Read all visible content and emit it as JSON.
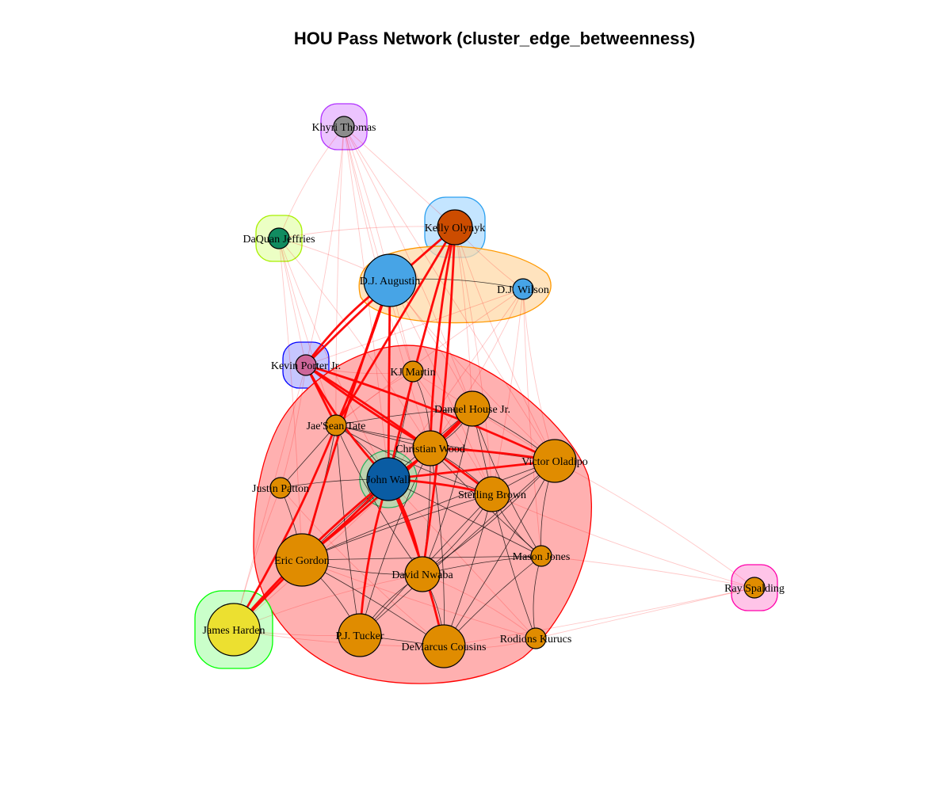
{
  "title": "HOU Pass Network (cluster_edge_betweenness)",
  "colors": {
    "red_edge": "#ff0000",
    "black_edge": "#000000"
  },
  "nodes": [
    {
      "id": "khyri",
      "label": "Khyri Thomas",
      "color": "#8c8c8c",
      "size": 1
    },
    {
      "id": "daquan",
      "label": "DaQuan Jeffries",
      "color": "#118c60",
      "size": 1
    },
    {
      "id": "kelly",
      "label": "Kelly Olynyk",
      "color": "#cc4c00",
      "size": 2
    },
    {
      "id": "augustin",
      "label": "D.J. Augustin",
      "color": "#47a4e6",
      "size": 4
    },
    {
      "id": "djwilson",
      "label": "D.J. Wilson",
      "color": "#47a4e6",
      "size": 1
    },
    {
      "id": "kpj",
      "label": "Kevin Porter Jr.",
      "color": "#cc6699",
      "size": 1
    },
    {
      "id": "kjmartin",
      "label": "KJ Martin",
      "color": "#e08c00",
      "size": 1
    },
    {
      "id": "danuel",
      "label": "Danuel House Jr.",
      "color": "#e08c00",
      "size": 2
    },
    {
      "id": "jaesean",
      "label": "Jae'Sean Tate",
      "color": "#e08c00",
      "size": 1
    },
    {
      "id": "christian",
      "label": "Christian Wood",
      "color": "#e08c00",
      "size": 2
    },
    {
      "id": "wall",
      "label": "John Wall",
      "color": "#0a5ca3",
      "size": 3
    },
    {
      "id": "oladipo",
      "label": "Victor Oladipo",
      "color": "#e08c00",
      "size": 3
    },
    {
      "id": "patton",
      "label": "Justin Patton",
      "color": "#e08c00",
      "size": 1
    },
    {
      "id": "sterling",
      "label": "Sterling Brown",
      "color": "#e08c00",
      "size": 2
    },
    {
      "id": "gordon",
      "label": "Eric Gordon",
      "color": "#e08c00",
      "size": 4
    },
    {
      "id": "mason",
      "label": "Mason Jones",
      "color": "#e08c00",
      "size": 1
    },
    {
      "id": "nwaba",
      "label": "David Nwaba",
      "color": "#e08c00",
      "size": 2
    },
    {
      "id": "ray",
      "label": "Ray Spalding",
      "color": "#e08c00",
      "size": 1
    },
    {
      "id": "harden",
      "label": "James Harden",
      "color": "#ece030",
      "size": 4
    },
    {
      "id": "tucker",
      "label": "P.J. Tucker",
      "color": "#e08c00",
      "size": 3
    },
    {
      "id": "cousins",
      "label": "DeMarcus Cousins",
      "color": "#e08c00",
      "size": 3
    },
    {
      "id": "kurucs",
      "label": "Rodions Kurucs",
      "color": "#e08c00",
      "size": 1
    }
  ],
  "clusters": [
    {
      "id": "c-khyri",
      "stroke": "#b030ff",
      "fill": "#e6b0ff",
      "members": [
        "khyri"
      ]
    },
    {
      "id": "c-daquan",
      "stroke": "#a8f000",
      "fill": "#e6ffb0",
      "members": [
        "daquan"
      ]
    },
    {
      "id": "c-kelly",
      "stroke": "#2aa0f0",
      "fill": "#b0dcff",
      "members": [
        "kelly"
      ]
    },
    {
      "id": "c-augustin",
      "stroke": "#ff9900",
      "fill": "#ffd9a8",
      "members": [
        "augustin",
        "djwilson"
      ]
    },
    {
      "id": "c-kpj",
      "stroke": "#0000ff",
      "fill": "#b3b3ff",
      "members": [
        "kpj"
      ]
    },
    {
      "id": "c-main",
      "stroke": "#ff0000",
      "fill": "#ffb0b0",
      "members": [
        "kjmartin",
        "danuel",
        "jaesean",
        "christian",
        "oladipo",
        "patton",
        "sterling",
        "gordon",
        "mason",
        "nwaba",
        "tucker",
        "cousins",
        "kurucs"
      ]
    },
    {
      "id": "c-wall",
      "stroke": "#30b060",
      "fill": "#a8e0b0",
      "members": [
        "wall"
      ]
    },
    {
      "id": "c-harden",
      "stroke": "#00ff00",
      "fill": "#b8ffb8",
      "members": [
        "harden"
      ]
    },
    {
      "id": "c-ray",
      "stroke": "#ff00aa",
      "fill": "#ffb0e0",
      "members": [
        "ray"
      ]
    }
  ],
  "strong_red_edges": [
    [
      "kpj",
      "augustin"
    ],
    [
      "kpj",
      "kelly"
    ],
    [
      "kpj",
      "jaesean"
    ],
    [
      "kpj",
      "christian"
    ],
    [
      "kpj",
      "wall"
    ],
    [
      "kpj",
      "oladipo"
    ],
    [
      "kpj",
      "sterling"
    ],
    [
      "kelly",
      "jaesean"
    ],
    [
      "kelly",
      "wall"
    ],
    [
      "kelly",
      "christian"
    ],
    [
      "kelly",
      "nwaba"
    ],
    [
      "augustin",
      "jaesean"
    ],
    [
      "augustin",
      "wall"
    ],
    [
      "augustin",
      "gordon"
    ],
    [
      "wall",
      "tucker"
    ],
    [
      "wall",
      "cousins"
    ],
    [
      "wall",
      "gordon"
    ],
    [
      "wall",
      "oladipo"
    ],
    [
      "wall",
      "christian"
    ],
    [
      "wall",
      "danuel"
    ],
    [
      "wall",
      "nwaba"
    ],
    [
      "wall",
      "sterling"
    ],
    [
      "gordon",
      "harden"
    ],
    [
      "gordon",
      "christian"
    ],
    [
      "harden",
      "jaesean"
    ],
    [
      "harden",
      "wall"
    ],
    [
      "christian",
      "oladipo"
    ],
    [
      "christian",
      "danuel"
    ]
  ],
  "black_edges": [
    [
      "augustin",
      "djwilson"
    ],
    [
      "jaesean",
      "danuel"
    ],
    [
      "jaesean",
      "christian"
    ],
    [
      "jaesean",
      "oladipo"
    ],
    [
      "jaesean",
      "sterling"
    ],
    [
      "jaesean",
      "wall"
    ],
    [
      "jaesean",
      "gordon"
    ],
    [
      "jaesean",
      "patton"
    ],
    [
      "jaesean",
      "tucker"
    ],
    [
      "jaesean",
      "nwaba"
    ],
    [
      "danuel",
      "christian"
    ],
    [
      "danuel",
      "oladipo"
    ],
    [
      "danuel",
      "sterling"
    ],
    [
      "danuel",
      "gordon"
    ],
    [
      "danuel",
      "mason"
    ],
    [
      "danuel",
      "nwaba"
    ],
    [
      "christian",
      "sterling"
    ],
    [
      "christian",
      "gordon"
    ],
    [
      "christian",
      "mason"
    ],
    [
      "christian",
      "tucker"
    ],
    [
      "christian",
      "cousins"
    ],
    [
      "christian",
      "nwaba"
    ],
    [
      "oladipo",
      "sterling"
    ],
    [
      "oladipo",
      "gordon"
    ],
    [
      "oladipo",
      "mason"
    ],
    [
      "oladipo",
      "nwaba"
    ],
    [
      "oladipo",
      "cousins"
    ],
    [
      "oladipo",
      "tucker"
    ],
    [
      "sterling",
      "gordon"
    ],
    [
      "sterling",
      "mason"
    ],
    [
      "sterling",
      "nwaba"
    ],
    [
      "sterling",
      "cousins"
    ],
    [
      "sterling",
      "tucker"
    ],
    [
      "sterling",
      "kurucs"
    ],
    [
      "gordon",
      "nwaba"
    ],
    [
      "gordon",
      "tucker"
    ],
    [
      "gordon",
      "cousins"
    ],
    [
      "gordon",
      "mason"
    ],
    [
      "gordon",
      "patton"
    ],
    [
      "nwaba",
      "tucker"
    ],
    [
      "nwaba",
      "cousins"
    ],
    [
      "nwaba",
      "mason"
    ],
    [
      "tucker",
      "cousins"
    ],
    [
      "mason",
      "cousins"
    ],
    [
      "mason",
      "kurucs"
    ],
    [
      "kjmartin",
      "christian"
    ],
    [
      "kjmartin",
      "wall"
    ],
    [
      "wall",
      "mason"
    ],
    [
      "wall",
      "patton"
    ]
  ],
  "faint_red_edges": [
    [
      "khyri",
      "kpj"
    ],
    [
      "khyri",
      "augustin"
    ],
    [
      "khyri",
      "kelly"
    ],
    [
      "khyri",
      "jaesean"
    ],
    [
      "khyri",
      "christian"
    ],
    [
      "khyri",
      "danuel"
    ],
    [
      "khyri",
      "wall"
    ],
    [
      "khyri",
      "oladipo"
    ],
    [
      "khyri",
      "kjmartin"
    ],
    [
      "khyri",
      "daquan"
    ],
    [
      "daquan",
      "kelly"
    ],
    [
      "daquan",
      "augustin"
    ],
    [
      "daquan",
      "kpj"
    ],
    [
      "daquan",
      "jaesean"
    ],
    [
      "daquan",
      "wall"
    ],
    [
      "daquan",
      "christian"
    ],
    [
      "daquan",
      "gordon"
    ],
    [
      "djwilson",
      "kpj"
    ],
    [
      "djwilson",
      "jaesean"
    ],
    [
      "djwilson",
      "oladipo"
    ],
    [
      "djwilson",
      "christian"
    ],
    [
      "djwilson",
      "sterling"
    ],
    [
      "djwilson",
      "wall"
    ],
    [
      "djwilson",
      "mason"
    ],
    [
      "kelly",
      "oladipo"
    ],
    [
      "kelly",
      "sterling"
    ],
    [
      "kelly",
      "danuel"
    ],
    [
      "kelly",
      "kjmartin"
    ],
    [
      "kelly",
      "djwilson"
    ],
    [
      "augustin",
      "oladipo"
    ],
    [
      "augustin",
      "danuel"
    ],
    [
      "augustin",
      "sterling"
    ],
    [
      "augustin",
      "kjmartin"
    ],
    [
      "ray",
      "mason"
    ],
    [
      "ray",
      "oladipo"
    ],
    [
      "ray",
      "sterling"
    ],
    [
      "ray",
      "cousins"
    ],
    [
      "ray",
      "kurucs"
    ],
    [
      "harden",
      "tucker"
    ],
    [
      "harden",
      "cousins"
    ],
    [
      "harden",
      "nwaba"
    ],
    [
      "harden",
      "patton"
    ],
    [
      "harden",
      "kpj"
    ],
    [
      "harden",
      "christian"
    ],
    [
      "kurucs",
      "nwaba"
    ],
    [
      "kurucs",
      "cousins"
    ],
    [
      "kurucs",
      "gordon"
    ],
    [
      "kurucs",
      "wall"
    ],
    [
      "patton",
      "kpj"
    ],
    [
      "patton",
      "cousins"
    ],
    [
      "kjmartin",
      "kpj"
    ],
    [
      "kjmartin",
      "sterling"
    ],
    [
      "kjmartin",
      "oladipo"
    ],
    [
      "kjmartin",
      "jaesean"
    ]
  ]
}
